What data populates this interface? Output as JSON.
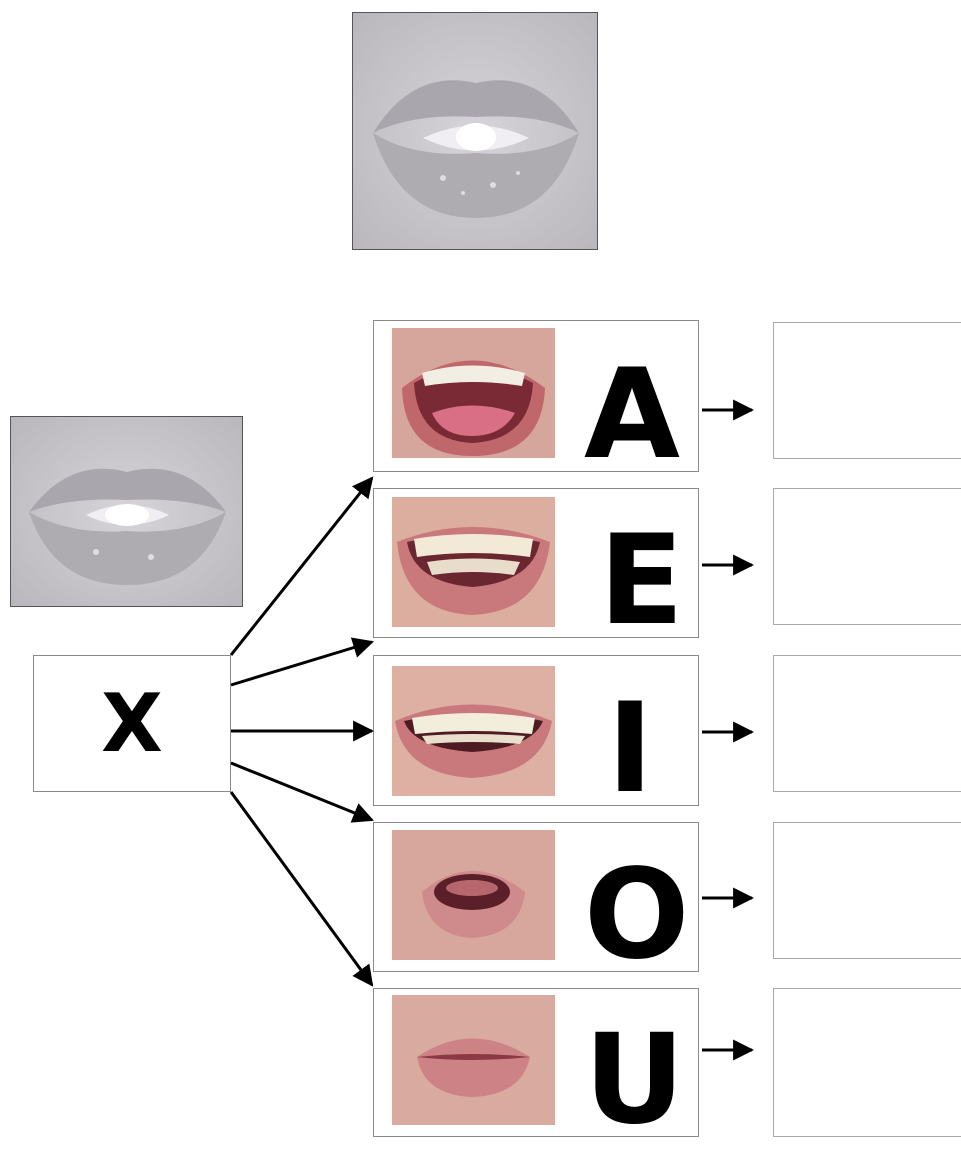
{
  "source_label": "X",
  "vowels": [
    {
      "letter": "A",
      "mouth": "mouth-open-wide"
    },
    {
      "letter": "E",
      "mouth": "mouth-smile-teeth"
    },
    {
      "letter": "I",
      "mouth": "mouth-wide-teeth"
    },
    {
      "letter": "O",
      "mouth": "mouth-rounded"
    },
    {
      "letter": "U",
      "mouth": "mouth-pursed"
    }
  ],
  "colors": {
    "lip": "#c4757a",
    "skin": "#d9a8a0",
    "bw_bg": "#c8c6cb"
  }
}
